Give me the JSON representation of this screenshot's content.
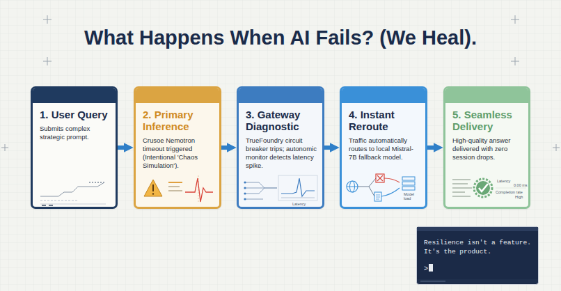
{
  "diagram": {
    "title": "What Happens When AI Fails? (We Heal).",
    "nodes": [
      {
        "text": [
          "1. User Query",
          "Submits complex strategic prompt."
        ]
      },
      {
        "text": [
          "2. Primary Inference",
          "Crusoe Nemotron timeout triggered (Intentional 'Chaos Simulation')."
        ]
      },
      {
        "text": [
          "3. Gateway Diagnostic",
          "TrueFoundry circuit breaker trips; autonomic monitor detects latency spike."
        ]
      },
      {
        "text": [
          "4. Instant Reroute",
          "Traffic automatically routes to local Mistral-7B fallback model."
        ]
      },
      {
        "text": [
          "5. Seamless Delivery",
          "High-quality answer delivered with zero session drops."
        ]
      },
      {
        "text": [
          "Resilience isn't a feature. It's the product.",
          ">"
        ]
      }
    ],
    "edges": [
      {
        "from": 0,
        "to": 1,
        "arrow": "to"
      },
      {
        "from": 1,
        "to": 2,
        "arrow": "to"
      },
      {
        "from": 2,
        "to": 3,
        "arrow": "to"
      },
      {
        "from": 3,
        "to": 4,
        "arrow": "to"
      }
    ],
    "labels": [
      "Latency",
      "Model load",
      "Latency",
      "0.00 ms",
      "Completion rate",
      "High"
    ]
  }
}
